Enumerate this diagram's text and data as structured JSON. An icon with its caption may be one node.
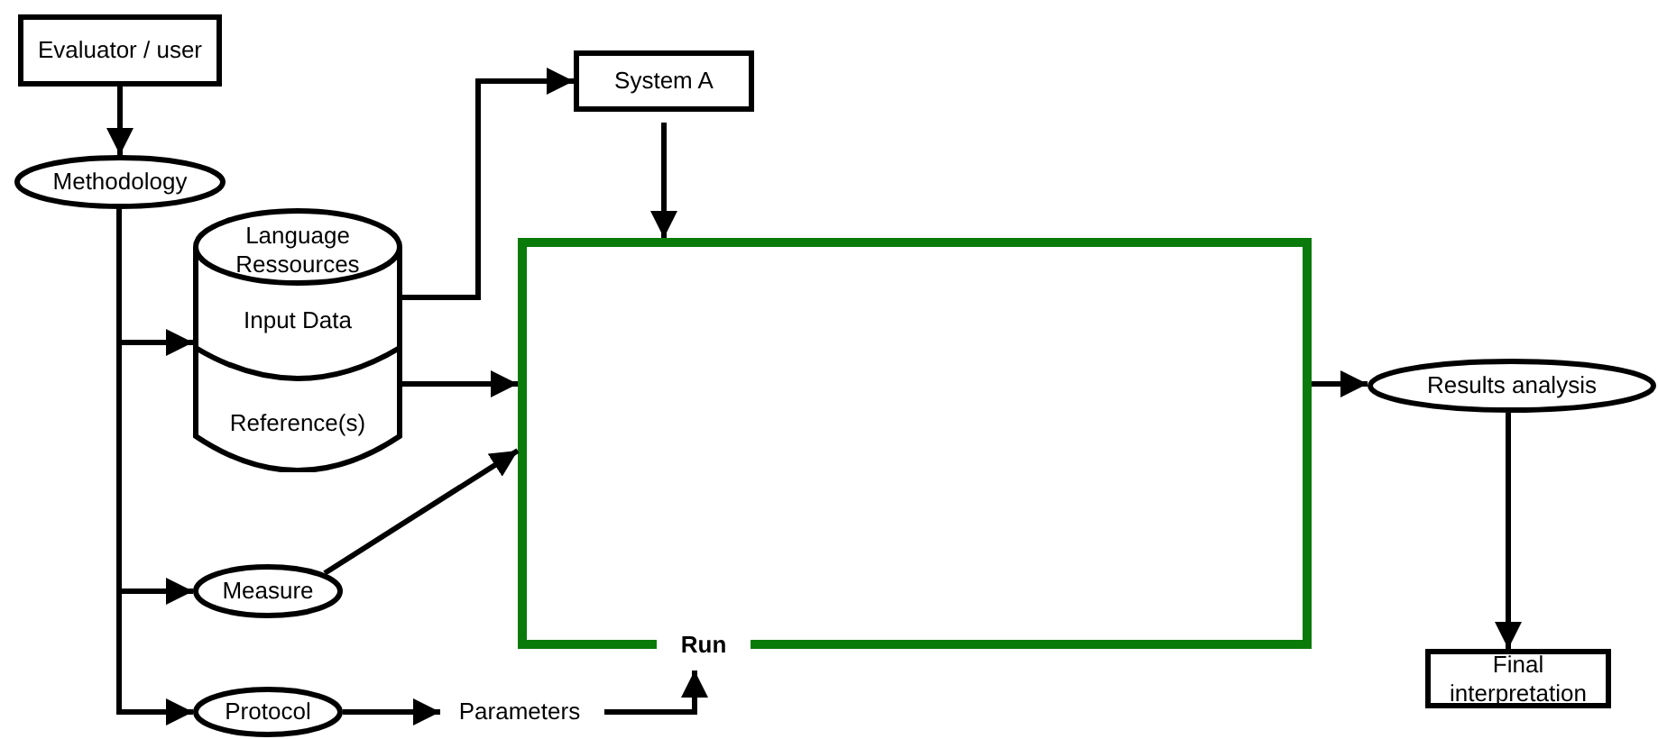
{
  "diagram": {
    "nodes": [
      {
        "text": [
          "Evaluator / user"
        ]
      },
      {
        "text": [
          "Methodology"
        ]
      },
      {
        "text": [
          "Language Ressources",
          "Input Data",
          "Reference(s)"
        ]
      },
      {
        "text": [
          "System A"
        ]
      },
      {
        "text": [
          "Run"
        ]
      },
      {
        "text": [
          "Measure"
        ]
      },
      {
        "text": [
          "Protocol"
        ]
      },
      {
        "text": [
          "Parameters"
        ]
      },
      {
        "text": [
          "Results analysis"
        ]
      },
      {
        "text": [
          "Final interpretation"
        ]
      }
    ],
    "edges": [
      {
        "from": 0,
        "to": 1,
        "arrow": "to"
      },
      {
        "from": 1,
        "to": 2,
        "arrow": "to"
      },
      {
        "from": 1,
        "to": 5,
        "arrow": "to"
      },
      {
        "from": 1,
        "to": 6,
        "arrow": "to"
      },
      {
        "from": 2,
        "to": 3,
        "arrow": "to"
      },
      {
        "from": 2,
        "to": 4,
        "arrow": "to"
      },
      {
        "from": 5,
        "to": 4,
        "arrow": "to"
      },
      {
        "from": 3,
        "to": 4,
        "arrow": "to"
      },
      {
        "from": 6,
        "to": 7,
        "arrow": "to"
      },
      {
        "from": 7,
        "to": 4,
        "arrow": "to"
      },
      {
        "from": 4,
        "to": 8,
        "arrow": "to"
      },
      {
        "from": 8,
        "to": 9,
        "arrow": "to"
      }
    ]
  }
}
